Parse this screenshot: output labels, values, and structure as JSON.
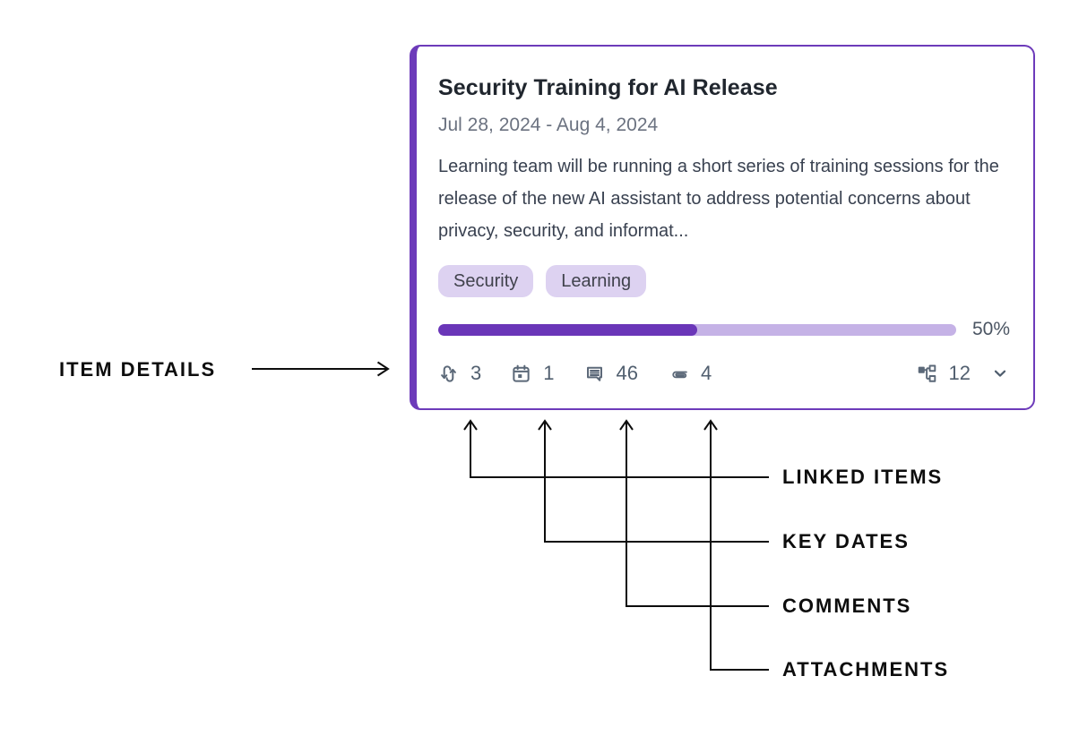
{
  "card": {
    "title": "Security Training for AI Release",
    "date_range": "Jul 28, 2024 - Aug 4, 2024",
    "description": "Learning team will be running a short series of training sessions for the release of the new AI assistant to address potential concerns about privacy, security, and informat...",
    "tags": [
      "Security",
      "Learning"
    ],
    "progress": {
      "percent": 50,
      "label": "50%"
    },
    "meta": {
      "linked_items_count": "3",
      "key_dates_count": "1",
      "comments_count": "46",
      "attachments_count": "4",
      "sub_items_count": "12"
    }
  },
  "annotations": {
    "item_details": "ITEM DETAILS",
    "linked_items": "LINKED ITEMS",
    "key_dates": "KEY DATES",
    "comments": "COMMENTS",
    "attachments": "ATTACHMENTS"
  },
  "colors": {
    "accent_purple": "#6d3bba",
    "progress_fill": "#6a36b8",
    "progress_track": "#c5b2e6",
    "tag_background": "#ddd2f1",
    "icon_gray": "#5b6878",
    "annotation_black": "#0d0d0d"
  }
}
